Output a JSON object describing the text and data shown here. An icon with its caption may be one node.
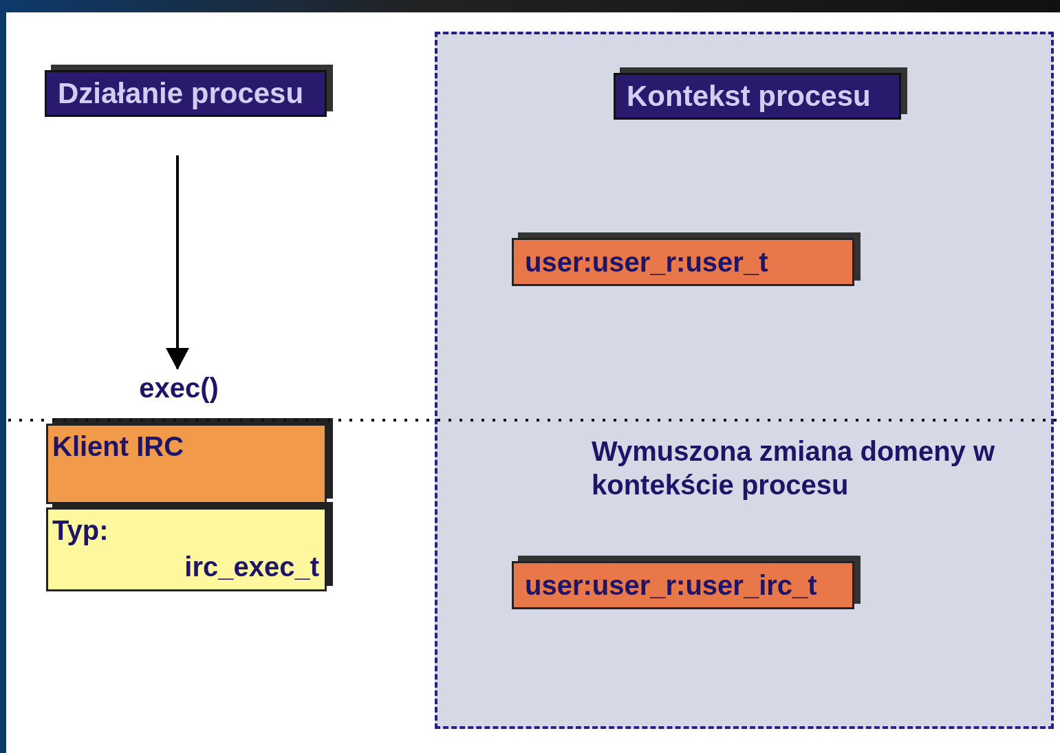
{
  "diagram": {
    "nodes": [
      {
        "text": [
          "Działanie procesu"
        ]
      },
      {
        "text": [],
        "shape": "box"
      },
      {
        "text": [
          "Kontekst procesu"
        ],
        "in": 1
      },
      {
        "text": [
          "user:user_r:user_t"
        ],
        "in": 1
      },
      {
        "text": [
          "exec()"
        ]
      },
      {
        "text": [
          "Klient IRC"
        ]
      },
      {
        "text": [
          "Typ:",
          "irc_exec_t"
        ]
      },
      {
        "text": [
          "user:user_r:user_irc_t"
        ],
        "in": 1
      }
    ],
    "edges": [
      {
        "from": 0,
        "to": 4,
        "arrow": "to"
      }
    ],
    "labels": [
      "Wymuszona zmiana domeny w kontekście procesu"
    ]
  }
}
